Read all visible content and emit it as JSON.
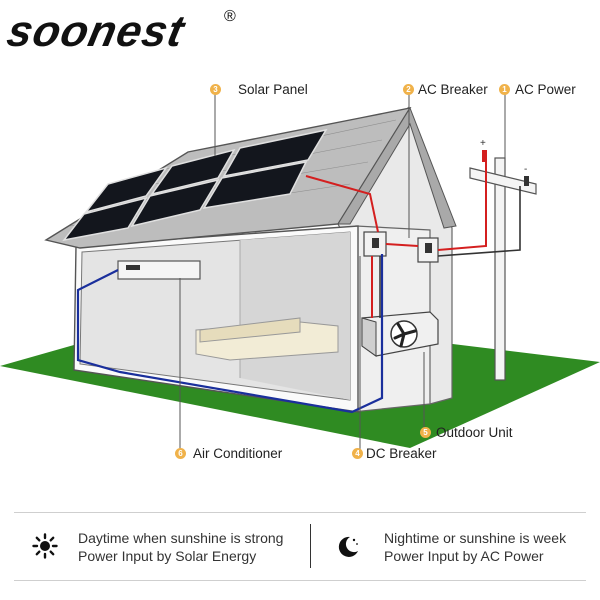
{
  "brand": {
    "name": "soonest",
    "registered": "®"
  },
  "callouts": [
    {
      "id": "1",
      "label": "AC Power"
    },
    {
      "id": "2",
      "label": "AC Breaker"
    },
    {
      "id": "3",
      "label": "Solar Panel"
    },
    {
      "id": "4",
      "label": "DC Breaker"
    },
    {
      "id": "5",
      "label": "Outdoor Unit"
    },
    {
      "id": "6",
      "label": "Air Conditioner"
    }
  ],
  "legend": {
    "day": {
      "icon": "sun-icon",
      "line1": "Daytime when sunshine is strong",
      "line2": "Power Input by Solar Energy"
    },
    "night": {
      "icon": "moon-icon",
      "line1": "Nightime or sunshine is week",
      "line2": "Power Input by AC Power"
    }
  },
  "colors": {
    "ground": "#2e8a1f",
    "dc_wire": "#1a2f9c",
    "ac_wire": "#d41f1f",
    "badge": "#f0b24a",
    "panel": "#13161d"
  }
}
